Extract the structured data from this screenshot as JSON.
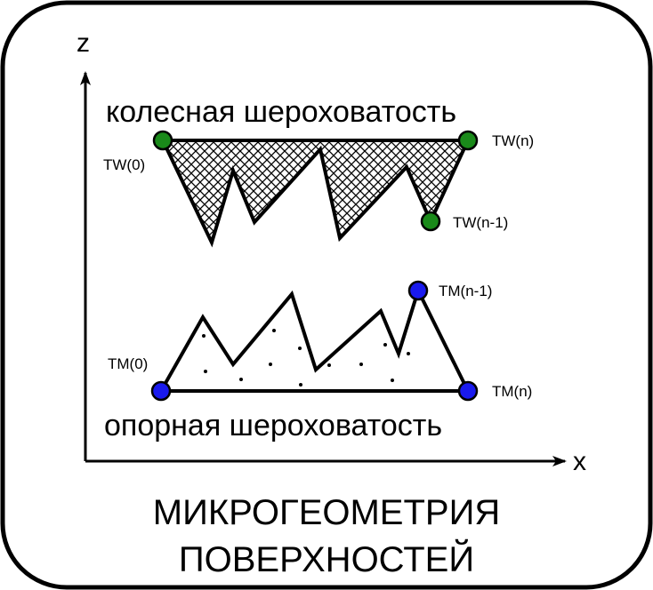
{
  "axes": {
    "z_label": "z",
    "x_label": "x"
  },
  "wheel": {
    "caption": "колесная шероховатость",
    "color": "#1a8a1a",
    "points": {
      "start": "TW(0)",
      "end": "TW(n)",
      "prev": "TW(n-1)"
    }
  },
  "support": {
    "caption": "опорная шероховатость",
    "color": "#1a1aee",
    "points": {
      "start": "TM(0)",
      "end": "TM(n)",
      "prev": "TM(n-1)"
    }
  },
  "title": {
    "line1": "МИКРОГЕОМЕТРИЯ",
    "line2": "ПОВЕРХНОСТЕЙ"
  }
}
